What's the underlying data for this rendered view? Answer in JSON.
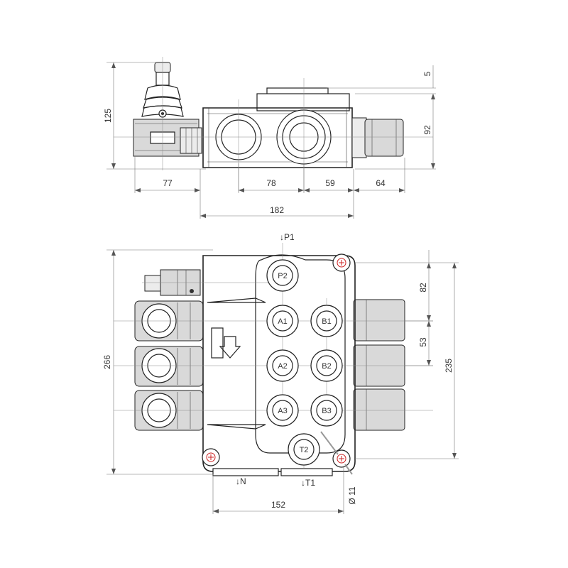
{
  "colors": {
    "line": "#222222",
    "dimension": "#777777",
    "fill": "#d9d9d9",
    "mark": "#cc2222"
  },
  "top_view": {
    "dimensions": {
      "height_total": "125",
      "top_offset": "5",
      "body_height": "92",
      "lever_length": "77",
      "port_spacing_1": "78",
      "port_spacing_2": "59",
      "end_length": "64",
      "body_length": "182"
    }
  },
  "front_view": {
    "ports": {
      "p2": "P2",
      "a1": "A1",
      "b1": "B1",
      "a2": "A2",
      "b2": "B2",
      "a3": "A3",
      "b3": "B3",
      "t2": "T2"
    },
    "port_markers": {
      "p1": "↓P1",
      "n": "↓N",
      "t1": "↓T1"
    },
    "dimensions": {
      "height_total": "266",
      "mount_height": "235",
      "first_spacing": "82",
      "section_spacing": "53",
      "width": "152",
      "hole_diameter": "Ø 11"
    },
    "icons": [
      "arrow-flow-icon",
      "mounting-hole-icon"
    ]
  }
}
